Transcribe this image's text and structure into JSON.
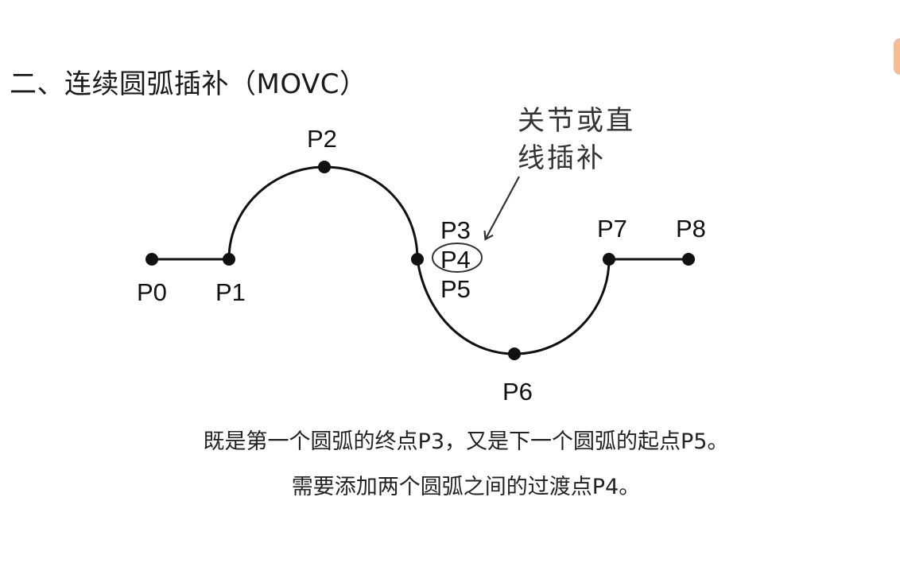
{
  "title": "二、连续圆弧插补（MOVC）",
  "annotation": {
    "line1": "关节或直",
    "line2": "线插补"
  },
  "points": {
    "p0": "P0",
    "p1": "P1",
    "p2": "P2",
    "p3": "P3",
    "p4": "P4",
    "p5": "P5",
    "p6": "P6",
    "p7": "P7",
    "p8": "P8"
  },
  "captions": {
    "line1": "既是第一个圆弧的终点P3，又是下一个圆弧的起点P5。",
    "line2": "需要添加两个圆弧之间的过渡点P4。"
  },
  "colors": {
    "stroke": "#111111",
    "text": "#222222",
    "edge_accent": "#f4b183"
  }
}
